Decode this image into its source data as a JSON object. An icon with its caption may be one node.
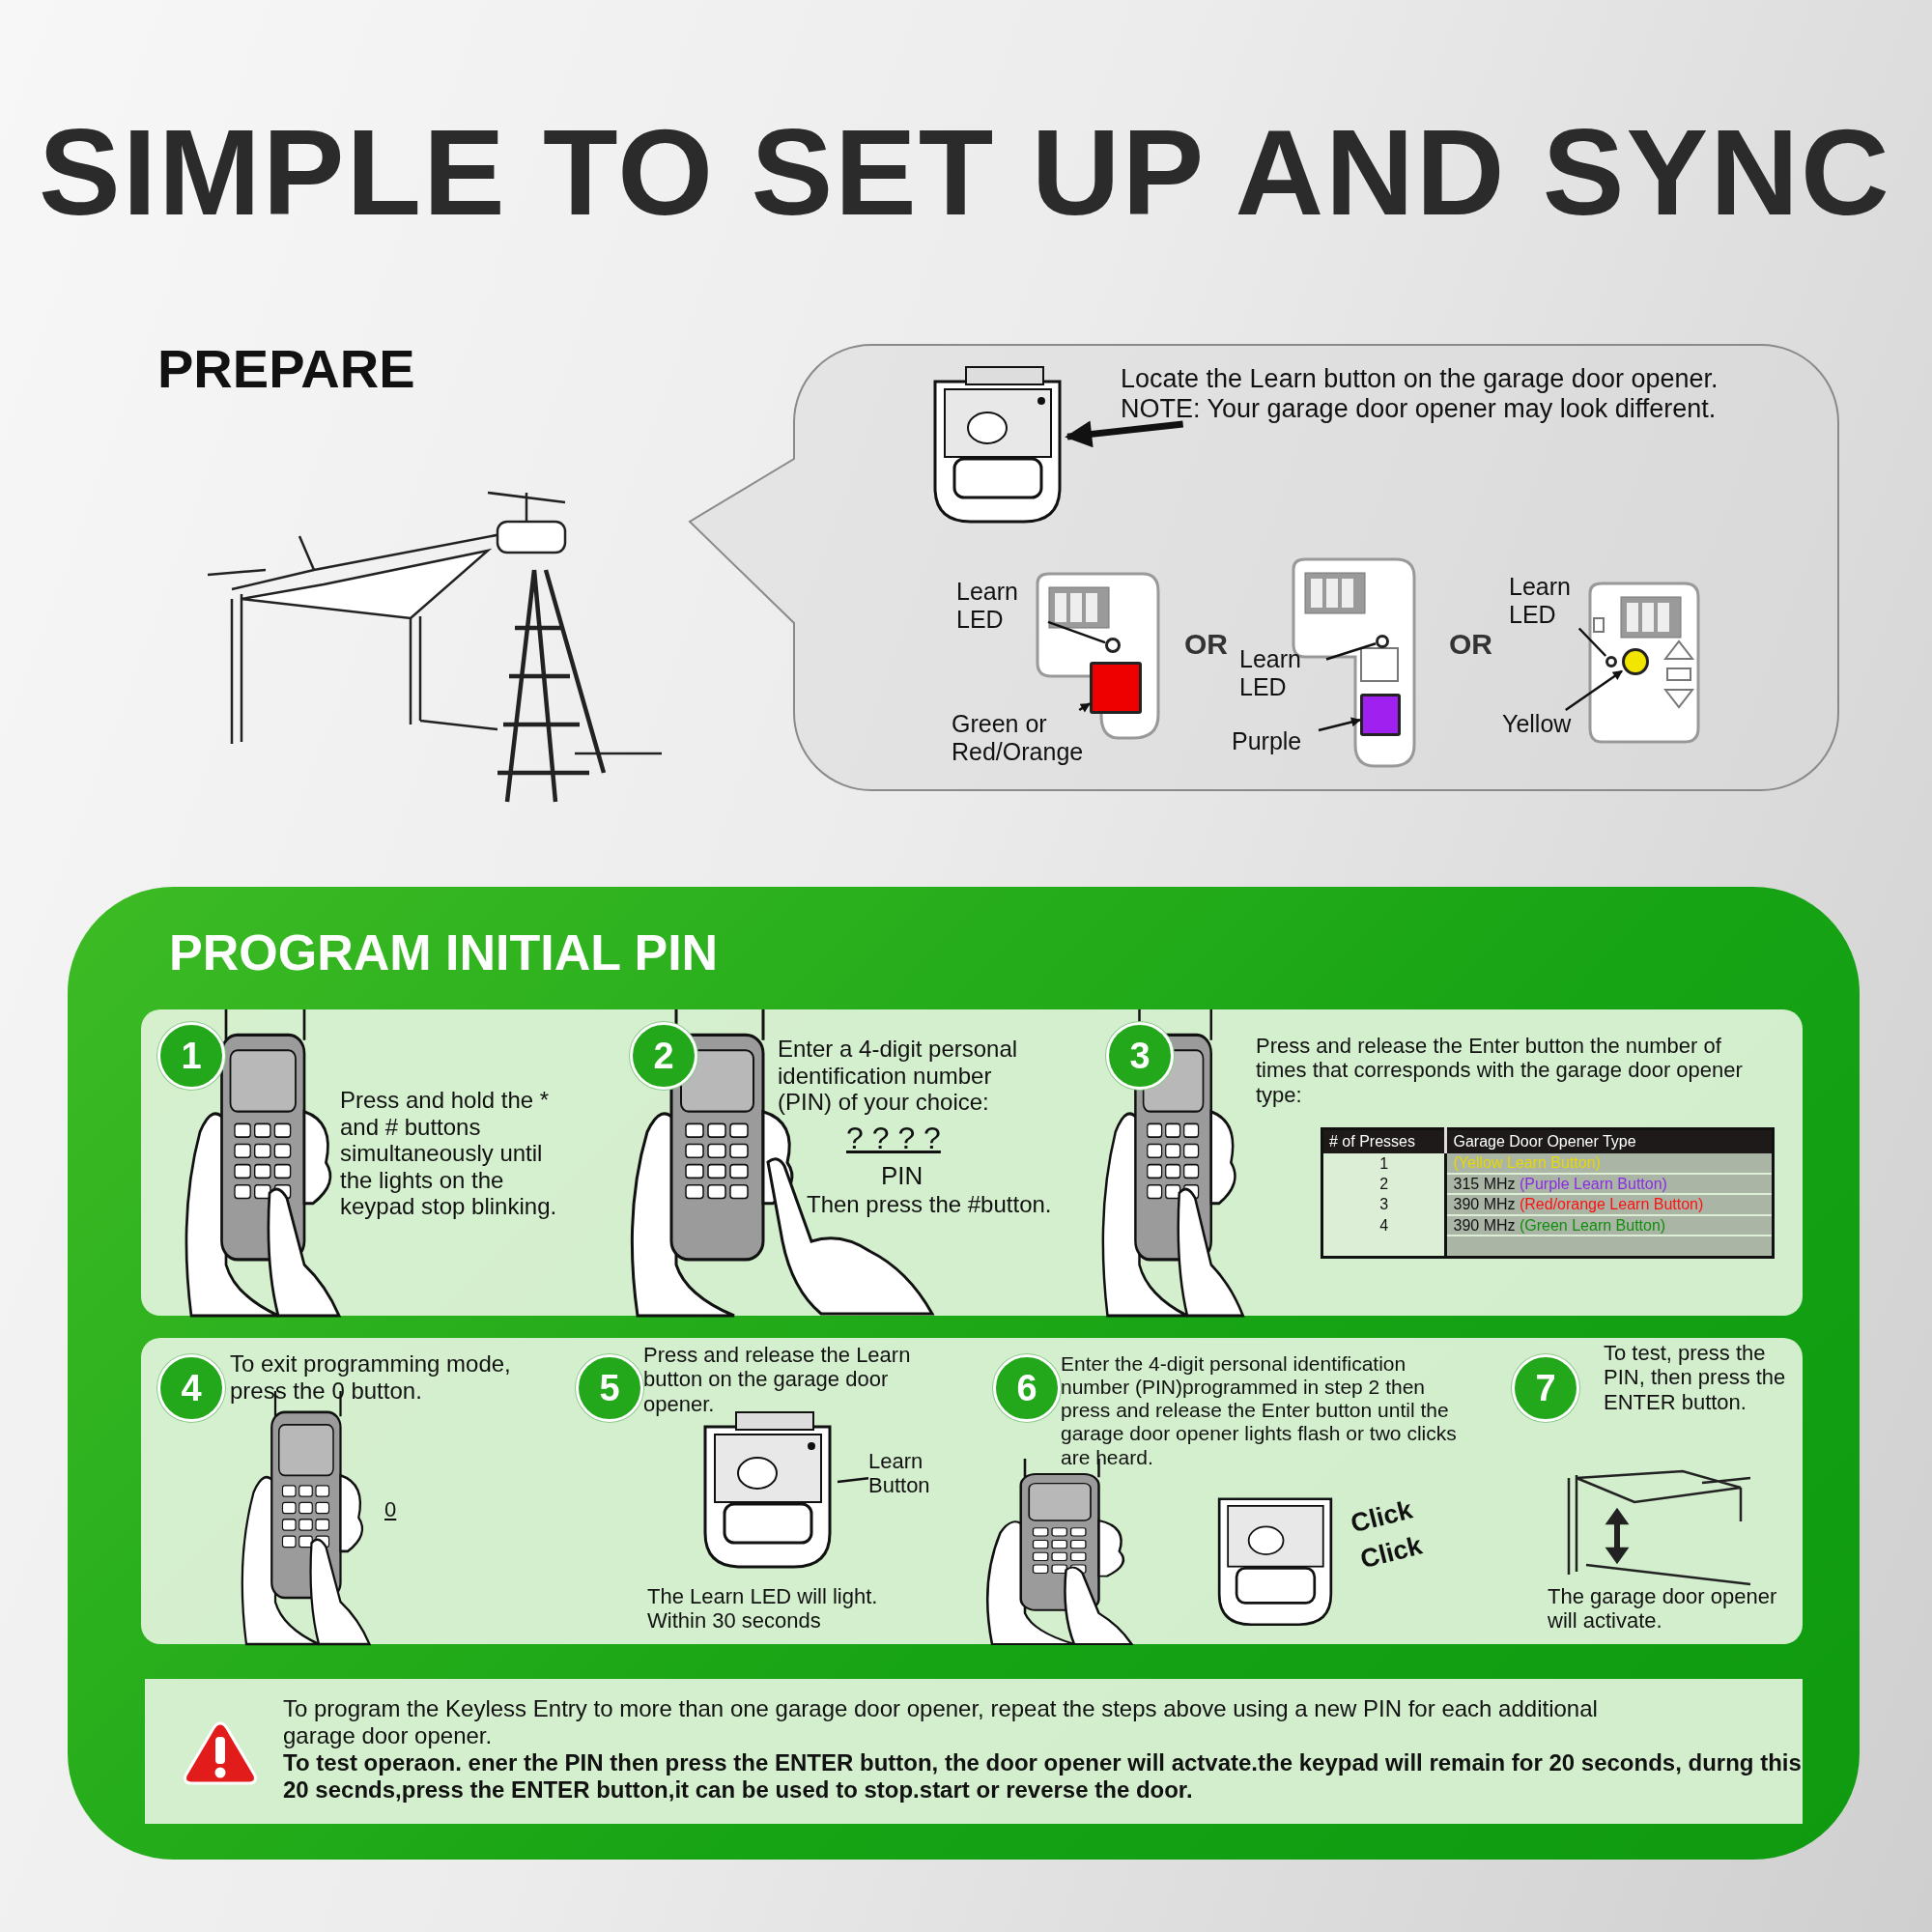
{
  "diagram": {
    "title": "SIMPLE TO SET UP AND SYNC",
    "nodes": [
      {
        "text": [],
        "shape": "box"
      },
      {
        "text": [
          "Locate the Learn button on the garage door opener. NOTE: Your garage door opener may look different."
        ],
        "in": 0
      },
      {
        "text": [],
        "shape": "picture",
        "in": 0
      },
      {
        "text": [],
        "shape": "picture",
        "in": 0
      },
      {
        "text": [
          "Learn LED"
        ],
        "in": 0
      },
      {
        "text": [],
        "shape": "circle",
        "in": 3
      },
      {
        "text": [
          "Green or Red/Orange"
        ],
        "in": 0
      },
      {
        "text": [],
        "shape": "box",
        "in": 3
      },
      {
        "text": [],
        "shape": "picture",
        "in": 0
      },
      {
        "text": [
          "Learn LED"
        ],
        "in": 0
      },
      {
        "text": [],
        "shape": "circle",
        "in": 8
      },
      {
        "text": [
          "Purple"
        ],
        "in": 0
      },
      {
        "text": [],
        "shape": "box",
        "in": 8
      },
      {
        "text": [],
        "shape": "picture",
        "in": 0
      },
      {
        "text": [
          "Learn LED"
        ],
        "in": 0
      },
      {
        "text": [],
        "shape": "circle",
        "in": 13
      },
      {
        "text": [
          "Yellow"
        ],
        "in": 0
      },
      {
        "text": [],
        "shape": "circle",
        "in": 13
      },
      {
        "text": [
          "PROGRAM INITIAL PIN"
        ]
      },
      {
        "text": [],
        "shape": "box",
        "in": 18
      },
      {
        "text": [],
        "shape": "box",
        "in": 18
      },
      {
        "text": [
          "To program the Keyless Entry to more than one garage door opener, repeat the steps above using a new PIN for each additional garage door opener.",
          "To test operaon. ener the PIN then press the ENTER button, the door opener will actvate.the keypad will remain for 20 seconds, durng this 20 secnds,press the ENTER button,it can be used to stop.start or reverse the door."
        ],
        "in": 18
      },
      {
        "text": [
          "1"
        ],
        "in": 19
      },
      {
        "text": [
          "2"
        ],
        "in": 19
      },
      {
        "text": [
          "3"
        ],
        "in": 19
      },
      {
        "text": [
          "4"
        ],
        "in": 20
      },
      {
        "text": [
          "5"
        ],
        "in": 20
      },
      {
        "text": [
          "6"
        ],
        "in": 20
      },
      {
        "text": [
          "7"
        ],
        "in": 20
      },
      {
        "text": [
          "Learn Button"
        ],
        "in": 20
      },
      {
        "text": [],
        "shape": "picture",
        "in": 20
      }
    ],
    "edges": [
      {
        "from": 1,
        "to": 2,
        "arrow": "to",
        "style": "thick"
      },
      {
        "from": 4,
        "to": 5,
        "arrow": "none"
      },
      {
        "from": 6,
        "to": 7,
        "arrow": "to"
      },
      {
        "from": 9,
        "to": 10,
        "arrow": "none"
      },
      {
        "from": 11,
        "to": 12,
        "arrow": "to"
      },
      {
        "from": 14,
        "to": 15,
        "arrow": "none"
      },
      {
        "from": 16,
        "to": 17,
        "arrow": "to"
      },
      {
        "from": 29,
        "to": 30,
        "arrow": "none"
      }
    ],
    "labels": [
      "PREPARE",
      "OR",
      "OR",
      "Press and hold the * and # buttons simultaneously until the lights on the keypad stop blinking.",
      "Enter a 4-digit personal identification number (PIN) of your choice:",
      "? ? ? ?",
      "PIN",
      "Then press the #button.",
      "Press and release the Enter button the number of times that corresponds with the garage door opener type:",
      "# of Presses",
      "Garage Door Opener Type",
      "1",
      "(Yellow Learn Button)",
      "2",
      "315 MHz",
      "(Purple Learn Button)",
      "3",
      "390 MHz",
      "(Red/orange Learn Button)",
      "4",
      "390 MHz",
      "(Green Learn Button)",
      "To exit programming mode, press the 0 button.",
      "0",
      "Press and release the Learn button on the garage door opener.",
      "The Learn LED will light. Within 30 seconds",
      "Enter the 4-digit personal identification number (PIN)programmed in step 2 then press and release the Enter button until the garage door opener lights flash or two clicks are heard.",
      "Click",
      "Click",
      "To test, press the PIN, then press the ENTER button.",
      "The garage door opener will activate."
    ]
  }
}
